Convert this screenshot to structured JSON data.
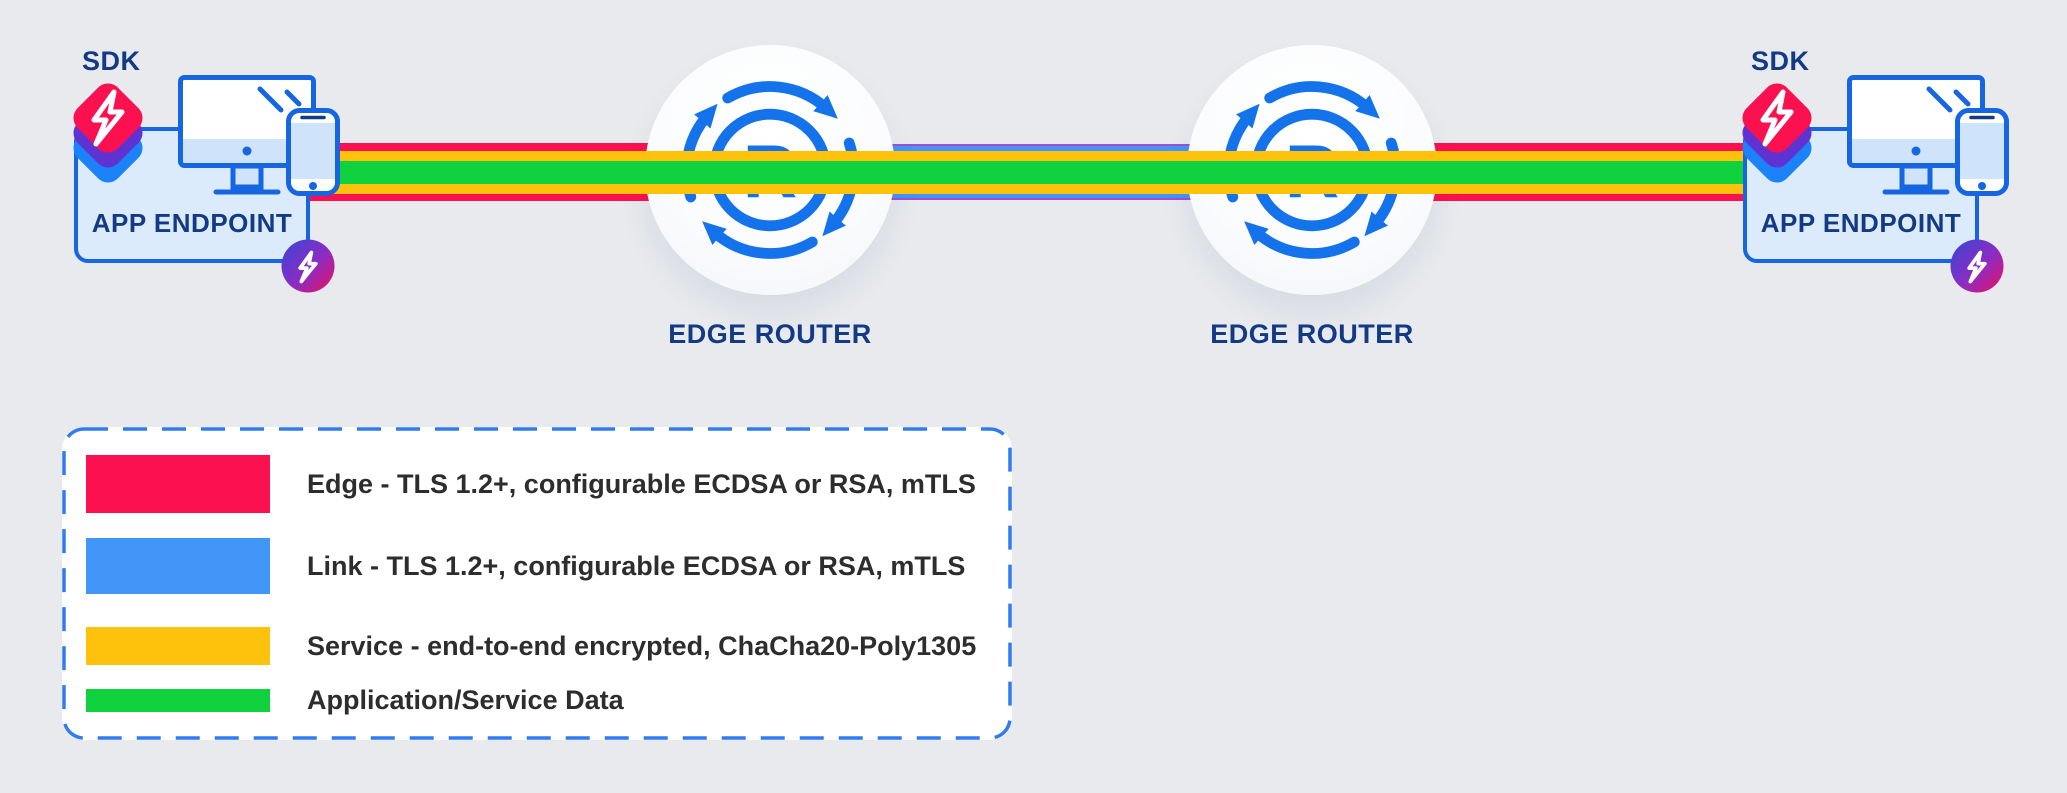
{
  "colors": {
    "bg": "#e8eaed",
    "edge_red": "#fb1150",
    "link_blue": "#4196f8",
    "service_yellow": "#fec20d",
    "data_green": "#10d13e",
    "purple_edge": "#a14fd0",
    "router_blue": "#1473eb",
    "box_fill": "#dcebfc",
    "box_border": "#1566e0",
    "screen_fill": "#cfe3fa",
    "navy": "#123a85",
    "legend_border": "#2e7cf0",
    "legend_text": "#2d2d2d",
    "sdk_red": "#fb1150",
    "sdk_purple": "#5e33d1",
    "sdk_blue": "#1b82fa",
    "badge_from": "#3546d8",
    "badge_mid": "#8d2cc2",
    "badge_to": "#ec0f5e"
  },
  "endpoints": [
    {
      "sdk_label": "SDK",
      "label": "APP ENDPOINT"
    },
    {
      "sdk_label": "SDK",
      "label": "APP ENDPOINT"
    }
  ],
  "routers": [
    {
      "label": "EDGE ROUTER",
      "icon_letter": "R"
    },
    {
      "label": "EDGE ROUTER",
      "icon_letter": "R"
    }
  ],
  "legend": {
    "items": [
      {
        "label": "Edge - TLS 1.2+, configurable ECDSA or RSA, mTLS"
      },
      {
        "label": "Link - TLS 1.2+, configurable ECDSA or RSA, mTLS"
      },
      {
        "label": "Service - end-to-end encrypted, ChaCha20-Poly1305"
      },
      {
        "label": "Application/Service Data"
      }
    ]
  }
}
